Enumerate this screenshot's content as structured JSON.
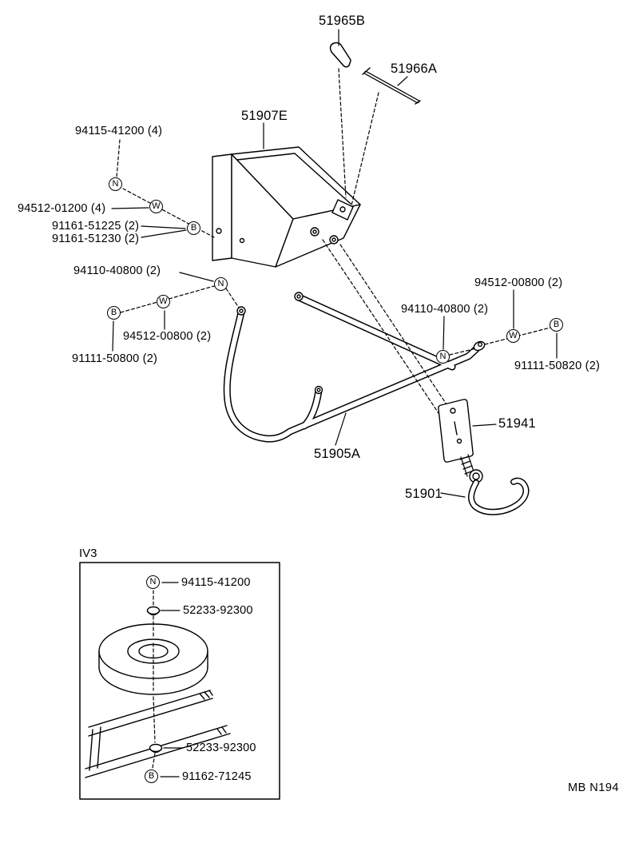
{
  "page": {
    "background": "#ffffff",
    "line_color": "#000000"
  },
  "callouts": {
    "clip": "51965B",
    "pin": "51966A",
    "bracket_box": "51907E",
    "nut_94115_4": "94115-41200 (4)",
    "washer_94512_01200": "94512-01200 (4)",
    "bolt_91161_51225": "91161-51225 (2)",
    "bolt_91161_51230": "91161-51230 (2)",
    "nut_94110_left": "94110-40800 (2)",
    "washer_94512_left": "94512-00800 (2)",
    "bolt_91111_left": "91111-50800 (2)",
    "washer_94512_right": "94512-00800 (2)",
    "nut_94110_right": "94110-40800 (2)",
    "bolt_91111_right": "91111-50820 (2)",
    "plate": "51941",
    "carrier": "51905A",
    "hook": "51901"
  },
  "fastener_symbols": {
    "nut": "N",
    "washer": "W",
    "bolt": "B"
  },
  "inset": {
    "title": "IV3",
    "nut_94115": "94115-41200",
    "retainer_top": "52233-92300",
    "retainer_bottom": "52233-92300",
    "bolt_91162": "91162-71245"
  },
  "footer": {
    "code": "MB N194"
  }
}
